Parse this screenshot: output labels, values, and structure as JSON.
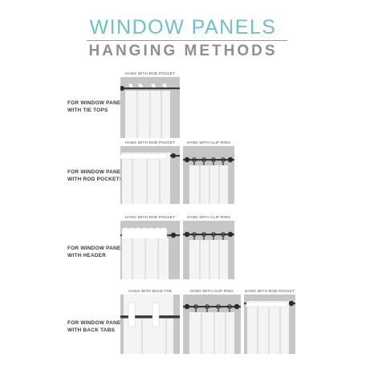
{
  "title": "WINDOW PANELS",
  "subtitle": "HANGING METHODS",
  "colors": {
    "title": "#6cc2cc",
    "subtitle": "#8f8f8f",
    "photo_bg": "#c5c5c5"
  },
  "rows": [
    {
      "label_line1": "FOR WINDOW PANEL",
      "label_line2": "WITH TIE TOPS",
      "methods": [
        "HANG WITH ROD POCKET"
      ]
    },
    {
      "label_line1": "FOR WINDOW PANEL",
      "label_line2": "WITH ROD POCKETS",
      "methods": [
        "HANG WITH ROD POCKET",
        "HANG WITH CLIP RING"
      ]
    },
    {
      "label_line1": "FOR WINDOW PANELS",
      "label_line2": "WITH HEADER",
      "methods": [
        "HANG WITH ROD POCKET",
        "HANG WITH CLIP RING"
      ]
    },
    {
      "label_line1": "FOR WINDOW PANELS",
      "label_line2": "WITH BACK TABS",
      "methods": [
        "HANG WITH BACK TAB",
        "HANG WITH CLIP RING",
        "HANG WITH ROD POCKET"
      ]
    }
  ]
}
